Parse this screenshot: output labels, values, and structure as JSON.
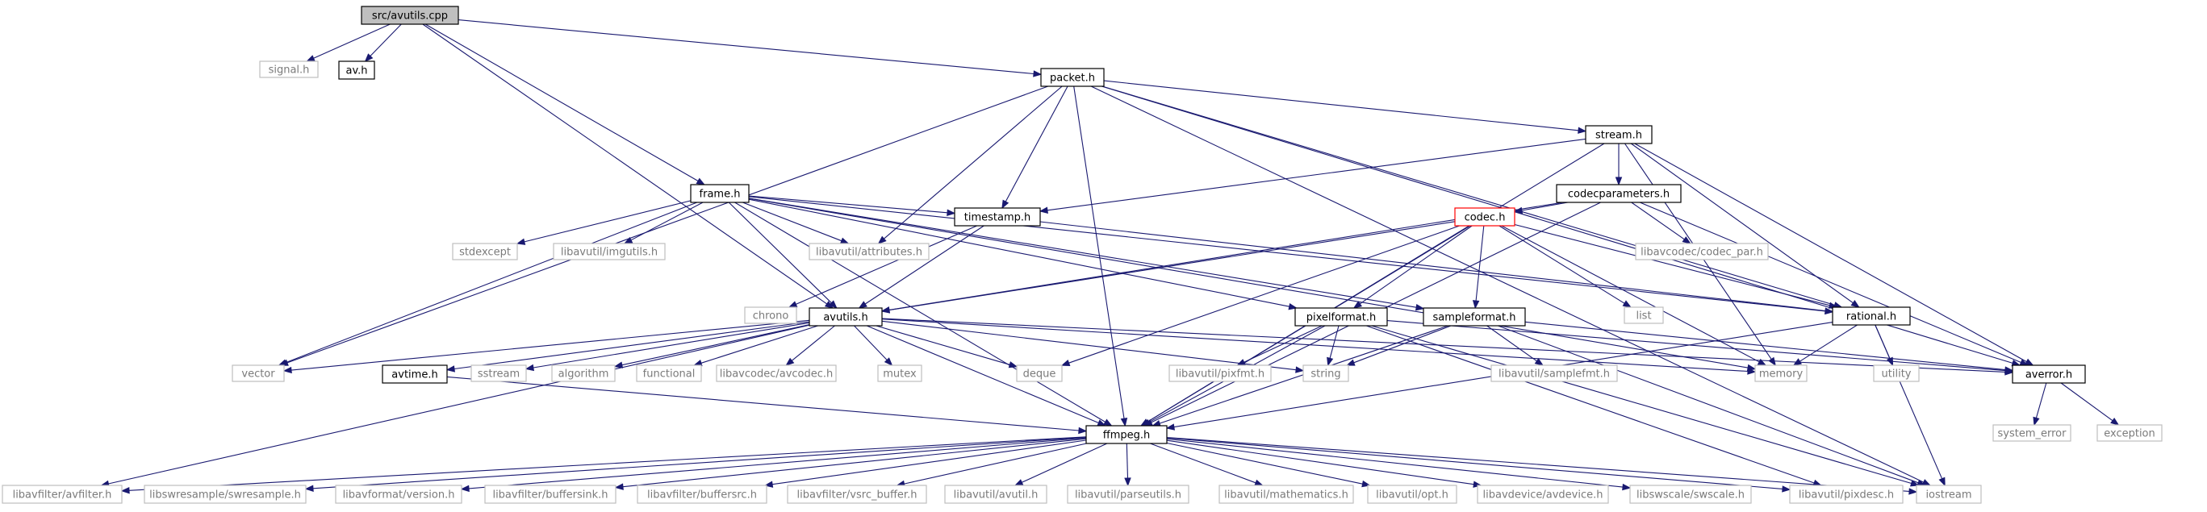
{
  "title": "src/avutils.cpp",
  "colors": {
    "edge": "#191970",
    "focus_fill": "#bfbfbf",
    "focus_stroke": "#000000",
    "documented_stroke": "#000000",
    "system_stroke": "#bfbfbf",
    "system_text": "#7a7a7a",
    "truncated_stroke": "#ff0000"
  },
  "nodes": [
    {
      "id": "avutils_cpp",
      "label": "src/avutils.cpp",
      "kind": "focus"
    },
    {
      "id": "signal_h",
      "label": "signal.h",
      "kind": "system"
    },
    {
      "id": "av_h",
      "label": "av.h",
      "kind": "documented"
    },
    {
      "id": "packet_h",
      "label": "packet.h",
      "kind": "documented"
    },
    {
      "id": "frame_h",
      "label": "frame.h",
      "kind": "documented"
    },
    {
      "id": "stream_h",
      "label": "stream.h",
      "kind": "documented"
    },
    {
      "id": "codecparameters_h",
      "label": "codecparameters.h",
      "kind": "documented"
    },
    {
      "id": "codec_h",
      "label": "codec.h",
      "kind": "truncated"
    },
    {
      "id": "timestamp_h",
      "label": "timestamp.h",
      "kind": "documented"
    },
    {
      "id": "avutils_h",
      "label": "avutils.h",
      "kind": "documented"
    },
    {
      "id": "pixelformat_h",
      "label": "pixelformat.h",
      "kind": "documented"
    },
    {
      "id": "sampleformat_h",
      "label": "sampleformat.h",
      "kind": "documented"
    },
    {
      "id": "rational_h",
      "label": "rational.h",
      "kind": "documented"
    },
    {
      "id": "averror_h",
      "label": "averror.h",
      "kind": "documented"
    },
    {
      "id": "avtime_h",
      "label": "avtime.h",
      "kind": "documented"
    },
    {
      "id": "ffmpeg_h",
      "label": "ffmpeg.h",
      "kind": "documented"
    },
    {
      "id": "stdexcept",
      "label": "stdexcept",
      "kind": "system"
    },
    {
      "id": "imgutils",
      "label": "libavutil/imgutils.h",
      "kind": "system"
    },
    {
      "id": "attributes",
      "label": "libavutil/attributes.h",
      "kind": "system"
    },
    {
      "id": "codec_par",
      "label": "libavcodec/codec_par.h",
      "kind": "system"
    },
    {
      "id": "chrono",
      "label": "chrono",
      "kind": "system"
    },
    {
      "id": "list",
      "label": "list",
      "kind": "system"
    },
    {
      "id": "vector",
      "label": "vector",
      "kind": "system"
    },
    {
      "id": "sstream",
      "label": "sstream",
      "kind": "system"
    },
    {
      "id": "algorithm",
      "label": "algorithm",
      "kind": "system"
    },
    {
      "id": "functional",
      "label": "functional",
      "kind": "system"
    },
    {
      "id": "avcodec",
      "label": "libavcodec/avcodec.h",
      "kind": "system"
    },
    {
      "id": "mutex",
      "label": "mutex",
      "kind": "system"
    },
    {
      "id": "deque",
      "label": "deque",
      "kind": "system"
    },
    {
      "id": "pixfmt",
      "label": "libavutil/pixfmt.h",
      "kind": "system"
    },
    {
      "id": "string",
      "label": "string",
      "kind": "system"
    },
    {
      "id": "samplefmt",
      "label": "libavutil/samplefmt.h",
      "kind": "system"
    },
    {
      "id": "memory",
      "label": "memory",
      "kind": "system"
    },
    {
      "id": "utility",
      "label": "utility",
      "kind": "system"
    },
    {
      "id": "system_error",
      "label": "system_error",
      "kind": "system"
    },
    {
      "id": "exception",
      "label": "exception",
      "kind": "system"
    },
    {
      "id": "avfilter",
      "label": "libavfilter/avfilter.h",
      "kind": "system"
    },
    {
      "id": "swresample",
      "label": "libswresample/swresample.h",
      "kind": "system"
    },
    {
      "id": "version",
      "label": "libavformat/version.h",
      "kind": "system"
    },
    {
      "id": "buffersink",
      "label": "libavfilter/buffersink.h",
      "kind": "system"
    },
    {
      "id": "buffersrc",
      "label": "libavfilter/buffersrc.h",
      "kind": "system"
    },
    {
      "id": "vsrc_buffer",
      "label": "libavfilter/vsrc_buffer.h",
      "kind": "system"
    },
    {
      "id": "avutil",
      "label": "libavutil/avutil.h",
      "kind": "system"
    },
    {
      "id": "parseutils",
      "label": "libavutil/parseutils.h",
      "kind": "system"
    },
    {
      "id": "mathematics",
      "label": "libavutil/mathematics.h",
      "kind": "system"
    },
    {
      "id": "opt",
      "label": "libavutil/opt.h",
      "kind": "system"
    },
    {
      "id": "avdevice",
      "label": "libavdevice/avdevice.h",
      "kind": "system"
    },
    {
      "id": "swscale",
      "label": "libswscale/swscale.h",
      "kind": "system"
    },
    {
      "id": "pixdesc",
      "label": "libavutil/pixdesc.h",
      "kind": "system"
    },
    {
      "id": "iostream",
      "label": "iostream",
      "kind": "system"
    }
  ],
  "edges": [
    [
      "avutils_cpp",
      "signal_h"
    ],
    [
      "avutils_cpp",
      "av_h"
    ],
    [
      "avutils_cpp",
      "packet_h"
    ],
    [
      "avutils_cpp",
      "frame_h"
    ],
    [
      "avutils_cpp",
      "avutils_h"
    ],
    [
      "packet_h",
      "stream_h"
    ],
    [
      "packet_h",
      "vector"
    ],
    [
      "packet_h",
      "attributes"
    ],
    [
      "packet_h",
      "timestamp_h"
    ],
    [
      "packet_h",
      "ffmpeg_h"
    ],
    [
      "packet_h",
      "rational_h"
    ],
    [
      "packet_h",
      "averror_h"
    ],
    [
      "packet_h",
      "iostream"
    ],
    [
      "stream_h",
      "codecparameters_h"
    ],
    [
      "stream_h",
      "timestamp_h"
    ],
    [
      "stream_h",
      "ffmpeg_h"
    ],
    [
      "stream_h",
      "memory"
    ],
    [
      "stream_h",
      "rational_h"
    ],
    [
      "stream_h",
      "averror_h"
    ],
    [
      "codecparameters_h",
      "codec_h"
    ],
    [
      "codecparameters_h",
      "codec_par"
    ],
    [
      "codecparameters_h",
      "avutils_h"
    ],
    [
      "codecparameters_h",
      "averror_h"
    ],
    [
      "codecparameters_h",
      "ffmpeg_h"
    ],
    [
      "frame_h",
      "vector"
    ],
    [
      "frame_h",
      "stdexcept"
    ],
    [
      "frame_h",
      "imgutils"
    ],
    [
      "frame_h",
      "attributes"
    ],
    [
      "frame_h",
      "timestamp_h"
    ],
    [
      "frame_h",
      "avutils_h"
    ],
    [
      "frame_h",
      "pixelformat_h"
    ],
    [
      "frame_h",
      "sampleformat_h"
    ],
    [
      "frame_h",
      "rational_h"
    ],
    [
      "frame_h",
      "memory"
    ],
    [
      "frame_h",
      "ffmpeg_h"
    ],
    [
      "timestamp_h",
      "chrono"
    ],
    [
      "timestamp_h",
      "avutils_h"
    ],
    [
      "timestamp_h",
      "rational_h"
    ],
    [
      "codec_h",
      "list"
    ],
    [
      "codec_h",
      "avutils_h"
    ],
    [
      "codec_h",
      "pixelformat_h"
    ],
    [
      "codec_h",
      "sampleformat_h"
    ],
    [
      "codec_h",
      "rational_h"
    ],
    [
      "codec_h",
      "memory"
    ],
    [
      "codec_h",
      "ffmpeg_h"
    ],
    [
      "codec_h",
      "deque"
    ],
    [
      "avutils_h",
      "vector"
    ],
    [
      "avutils_h",
      "avtime_h"
    ],
    [
      "avutils_h",
      "sstream"
    ],
    [
      "avutils_h",
      "algorithm"
    ],
    [
      "avutils_h",
      "functional"
    ],
    [
      "avutils_h",
      "avcodec"
    ],
    [
      "avutils_h",
      "mutex"
    ],
    [
      "avutils_h",
      "deque"
    ],
    [
      "avutils_h",
      "string"
    ],
    [
      "avutils_h",
      "memory"
    ],
    [
      "avutils_h",
      "averror_h"
    ],
    [
      "avutils_h",
      "ffmpeg_h"
    ],
    [
      "avutils_h",
      "avfilter"
    ],
    [
      "pixelformat_h",
      "pixfmt"
    ],
    [
      "pixelformat_h",
      "string"
    ],
    [
      "pixelformat_h",
      "ffmpeg_h"
    ],
    [
      "pixelformat_h",
      "averror_h"
    ],
    [
      "pixelformat_h",
      "iostream"
    ],
    [
      "pixelformat_h",
      "pixdesc"
    ],
    [
      "sampleformat_h",
      "samplefmt"
    ],
    [
      "sampleformat_h",
      "string"
    ],
    [
      "sampleformat_h",
      "ffmpeg_h"
    ],
    [
      "sampleformat_h",
      "averror_h"
    ],
    [
      "sampleformat_h",
      "iostream"
    ],
    [
      "rational_h",
      "utility"
    ],
    [
      "rational_h",
      "memory"
    ],
    [
      "rational_h",
      "ffmpeg_h"
    ],
    [
      "rational_h",
      "iostream"
    ],
    [
      "averror_h",
      "system_error"
    ],
    [
      "averror_h",
      "exception"
    ],
    [
      "avtime_h",
      "ffmpeg_h"
    ],
    [
      "ffmpeg_h",
      "avfilter"
    ],
    [
      "ffmpeg_h",
      "swresample"
    ],
    [
      "ffmpeg_h",
      "version"
    ],
    [
      "ffmpeg_h",
      "buffersink"
    ],
    [
      "ffmpeg_h",
      "buffersrc"
    ],
    [
      "ffmpeg_h",
      "vsrc_buffer"
    ],
    [
      "ffmpeg_h",
      "avutil"
    ],
    [
      "ffmpeg_h",
      "parseutils"
    ],
    [
      "ffmpeg_h",
      "mathematics"
    ],
    [
      "ffmpeg_h",
      "opt"
    ],
    [
      "ffmpeg_h",
      "avdevice"
    ],
    [
      "ffmpeg_h",
      "swscale"
    ],
    [
      "ffmpeg_h",
      "pixdesc"
    ],
    [
      "ffmpeg_h",
      "iostream"
    ]
  ]
}
